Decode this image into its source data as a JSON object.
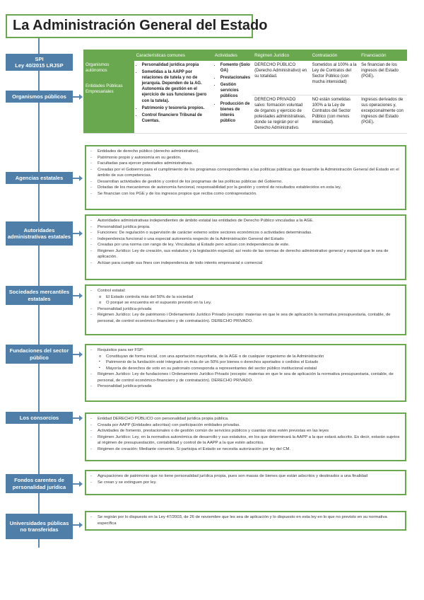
{
  "title": "La Administración General del Estado",
  "left_labels": {
    "spi": "SPI\nLey 40/2015 LRJSP",
    "organismos": "Organismos públicos",
    "agencias": "Agencias estatales",
    "autoridades": "Autoridades administrativas estatales",
    "sociedades": "Sociedades mercantiles estatales",
    "fundaciones": "Fundaciones del sector público",
    "consorcios": "Los consorcios",
    "fondos": "Fondos carentes de personalidad jurídica",
    "universidades": "Universidades públicas no transferidas"
  },
  "table": {
    "headers": [
      "Características comunes",
      "Actividades",
      "Régimen Jurídico",
      "Contratación",
      "Financiación"
    ],
    "row_head_1": "Organismos autónomos",
    "row_head_2": "Entidades Públicas Empresariales",
    "common": [
      "Personalidad jurídica propia",
      "Sometidas a la AAPP por relaciones de tutela y no de jerarquía. Dependen de la AG. Autonomía de gestión en el ejercicio de sus funciones (pero con la tutela).",
      "Patrimonio y tesorería propios.",
      "Control financiero Tribunal de Cuentas."
    ],
    "activities": [
      "Fomento (Solo OA)",
      "Prestacionales",
      "Gestión servicios públicos",
      "Producción de bienes de interés público"
    ],
    "regimen_1": "DERECHO PÚBLICO (Derecho Administrativo) en su totalidad.",
    "regimen_2": "DERECHO PRIVADO salvo: formación voluntad de órganos y ejercicio de potestades administrativas, donde se regirán por el Derecho Administrativo.",
    "contratacion_1": "Sometidos al 100% a la Ley de Contratos del Sector Público (con mucha intensidad)",
    "contratacion_2": "NO están sometidas 100% a la Ley de Contratos del Sector Público (con menos intensidad).",
    "financiacion_1": "Se financian de los ingresos del Estado (PGE).",
    "financiacion_2": "Ingresos derivados de sus operaciones y, excepcionalmente con ingresos del Estado (PGE)."
  },
  "boxes": {
    "agencias": [
      "Entidades de derecho público (derecho administrativo).",
      "Patrimonio propio y autonomía en su gestión.",
      "Facultadas para ejercer potestades administrativas.",
      "Creadas por el Gobierno para el cumplimiento de los programas correspondientes a las políticas públicas que desarrolle la Administración General del Estado en el ámbito de sus competencias.",
      "Desarrollan actividades de gestión y control de los programas de las políticas públicas del Gobierno.",
      "Dotadas de los mecanismos de autonomía funcional, responsabilidad por la gestión y control de resultados establecidos en esta ley.",
      "Se financian con los PGE y de los ingresos propios que reciba como contraprestación."
    ],
    "autoridades": [
      "Autoridades administrativas independientes de ámbito estatal las entidades de Derecho Público vinculadas a la AGE.",
      "Personalidad jurídica propia.",
      "Funciones: De regulación o supervisión de carácter externo sobre sectores económicos o actividades determinadas.",
      "Independencia funcional o una especial autonomía respecto de la Administración General del Estado",
      "Creadas por una norma con rango de ley. Vinculadas al Estado pero actúan con independencia de este.",
      "Régimen Jurídico: Ley de creación, sus estatutos y la legislación especial; así resto de las normas de derecho administrativo general y especial que le sea de aplicación.",
      "Actúan para cumplir sus fines con independencia de todo interés empresarial o comercial"
    ],
    "sociedades": [
      "Control estatal:",
      "El Estado controla más del 50% de la sociedad",
      "O porqué se encuentra en el supuesto previsto en la Ley.",
      "Personalidad jurídica-privada",
      "Régimen Jurídico: Ley de patrimonio i Ordenamiento Jurídico Privado (excepto: materias en que le sea de aplicación la normativa presupuestaria, contable, de personal, de control económico-financiero y de contratación). DERECHO PRIVADO."
    ],
    "fundaciones": [
      "Requisitos para ser FSP:",
      "Constituyan de forma inicial, con una aportación mayoritaria, de la AGE o de cualquier organismo de la Administración",
      "Patrimonio de la fundación esté integrado en más de un 50% por bienes o derechos aportados o cedidos el Estado",
      "Mayoría de derechos de voto en su patronato corresponda a representantes del sector público institucional estatal",
      "Régimen Jurídico: Ley de fundaciones i Ordenamiento Jurídico Privado (excepto: materias en que le sea de aplicación la normativa presupuestaria, contable, de personal, de control económico-financiero y de contratación). DERECHO PRIVADO.",
      "Personalidad jurídica-privada"
    ],
    "consorcios": [
      "Entidad DERECHO PÚBLICO con personalidad jurídica propia pública.",
      "Creada por AAPP (Entidades adscritas) con participación entidades privadas.",
      "Actividades de fomento, prestacionales o de gestión común de servicios públicos y cuantas otras estén previstas en las leyes",
      "Régimen Jurídico: Ley, en la normativa autonómica de desarrollo y sus estatutos, en los que determinará la AAPP a la que estará adscrito. Es decir, estarán sujetos al régimen de presupuestación, contabilidad y control de la AAPP a la que estén adscritos.",
      "Régimen de creación: Mediante convenio. Si participa el Estado se necesita autorización por ley del CM."
    ],
    "fondos": [
      "Agrupaciones de patrimonio que no tiene personalidad jurídica propia, pues son masas de bienes que están adscritos y destinados a una finalidad",
      "Se crean y se extinguen por ley."
    ],
    "universidades": [
      "Se regirán por lo dispuesto en la Ley 47/2003, de 26 de noviembre que les sea de aplicación y lo dispuesto en esta ley en lo que no previsto en su normativa específica"
    ]
  }
}
